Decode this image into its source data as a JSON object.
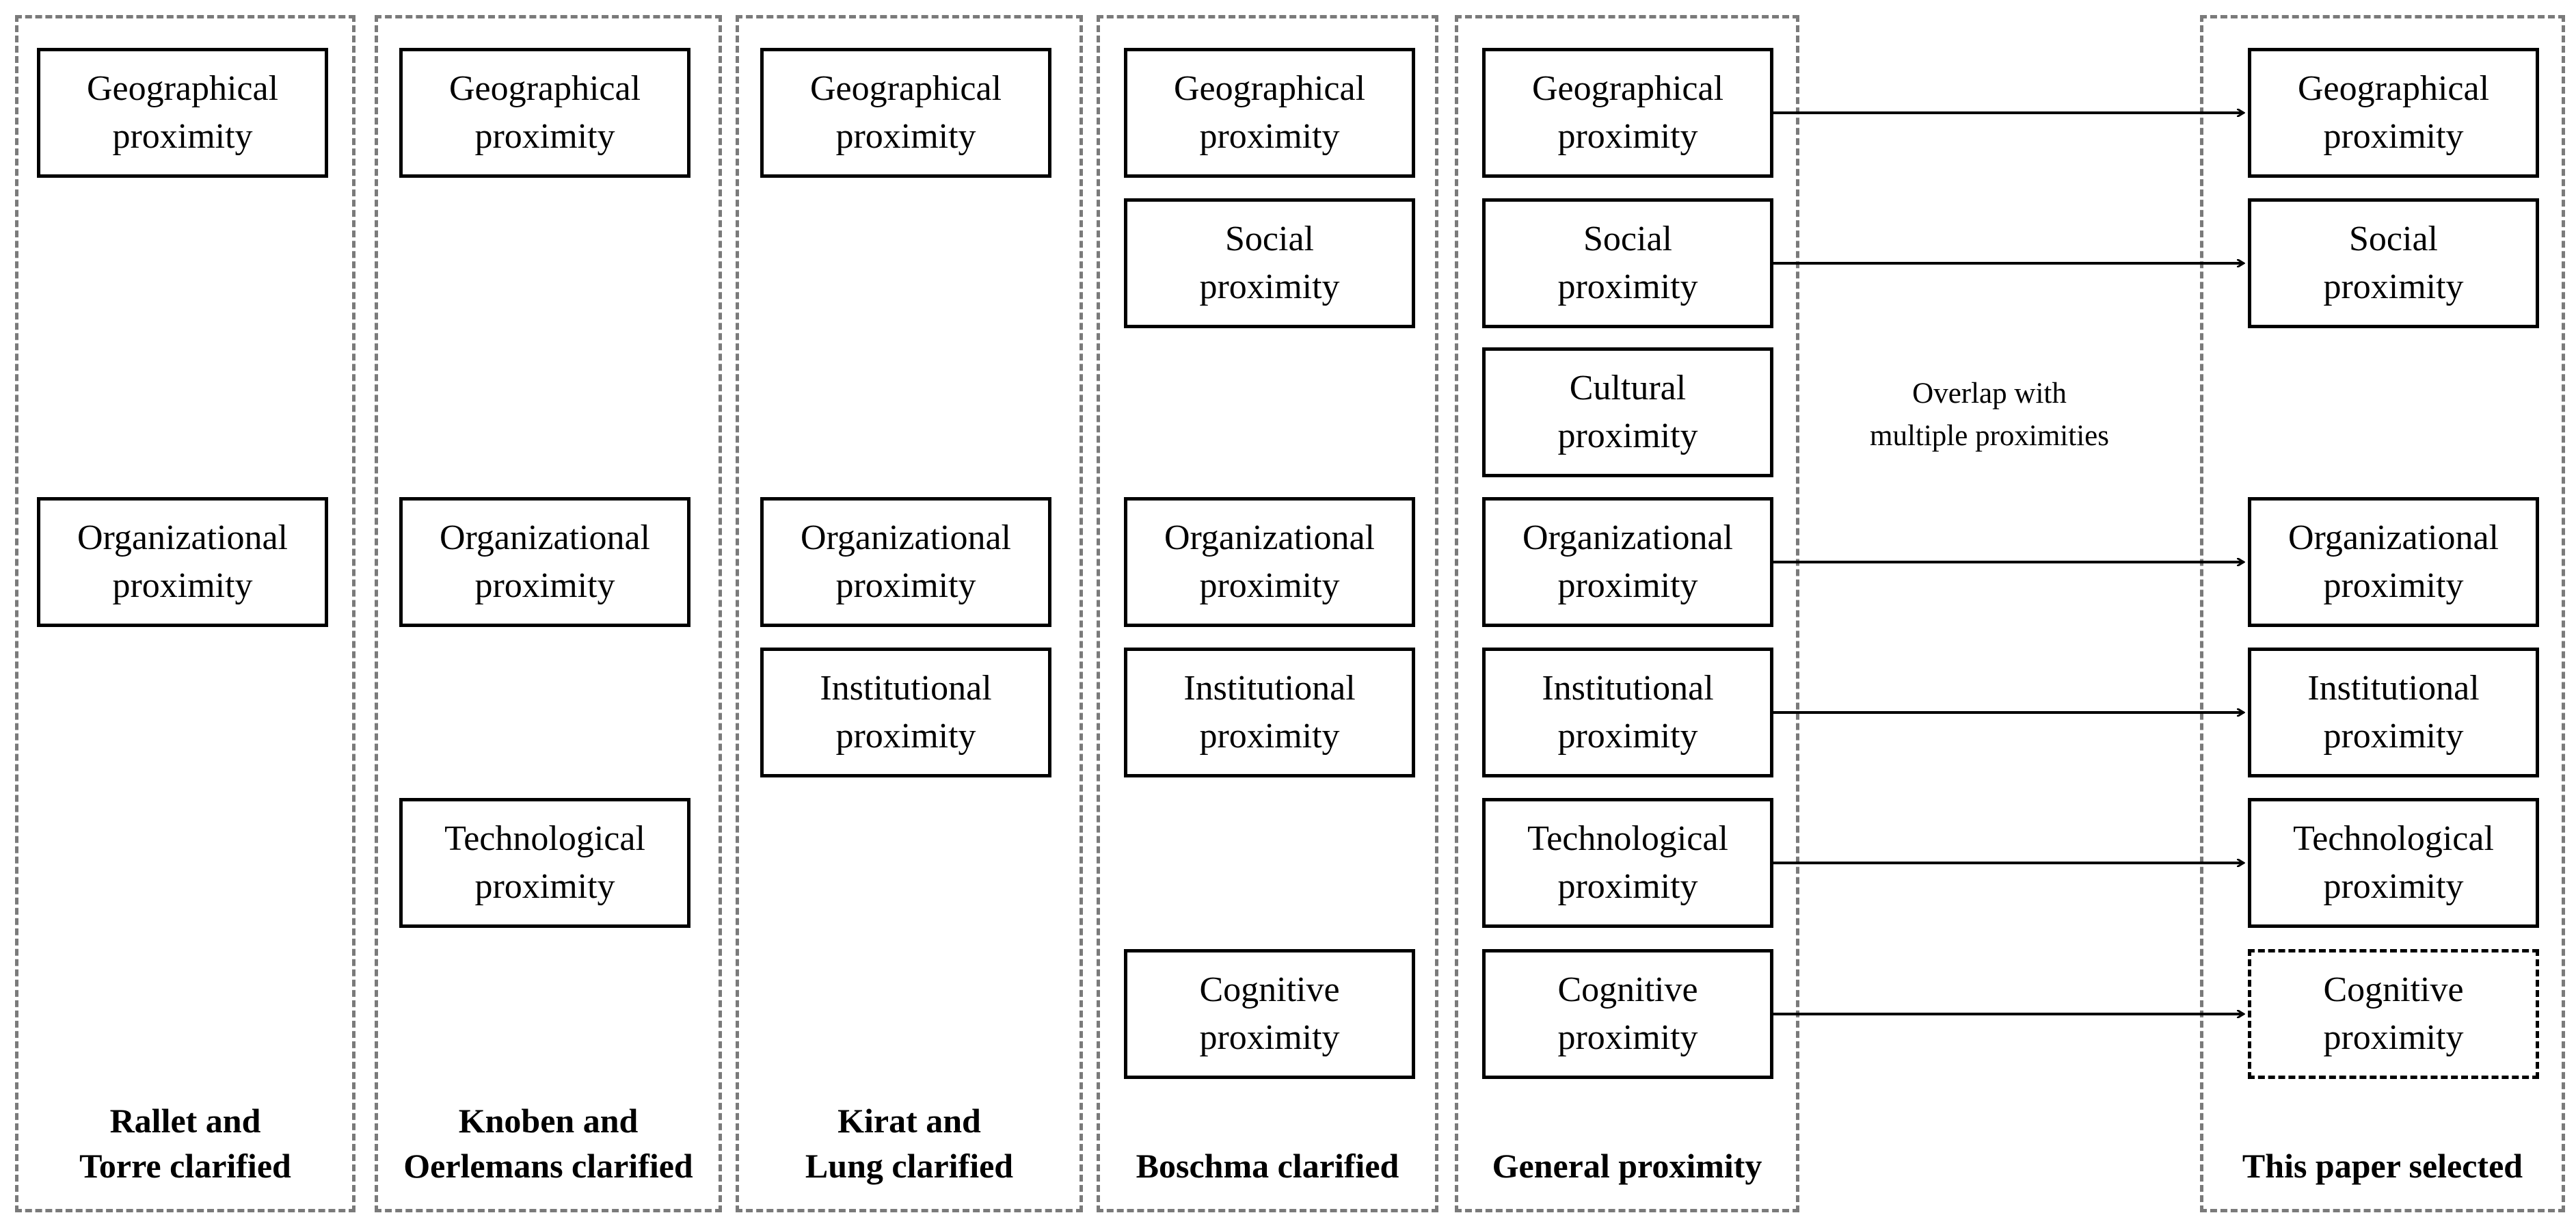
{
  "columns": [
    {
      "title": "Rallet and\nTorre clarified",
      "boxes": [
        "Geographical\nproximity",
        "Organizational\nproximity"
      ]
    },
    {
      "title": "Knoben and\nOerlemans clarified",
      "boxes": [
        "Geographical\nproximity",
        "Organizational\nproximity",
        "Technological\nproximity"
      ]
    },
    {
      "title": "Kirat and\nLung clarified",
      "boxes": [
        "Geographical\nproximity",
        "Organizational\nproximity",
        "Institutional\nproximity"
      ]
    },
    {
      "title": "Boschma clarified",
      "boxes": [
        "Geographical\nproximity",
        "Social\nproximity",
        "Organizational\nproximity",
        "Institutional\nproximity",
        "Cognitive\nproximity"
      ]
    },
    {
      "title": "General proximity",
      "boxes": [
        "Geographical\nproximity",
        "Social\nproximity",
        "Cultural\nproximity",
        "Organizational\nproximity",
        "Institutional\nproximity",
        "Technological\nproximity",
        "Cognitive\nproximity"
      ]
    },
    {
      "title": "This paper selected",
      "boxes": [
        "Geographical\nproximity",
        "Social\nproximity",
        "Organizational\nproximity",
        "Institutional\nproximity",
        "Technological\nproximity",
        "Cognitive\nproximity"
      ]
    }
  ],
  "overlap_note": "Overlap with\nmultiple proximities",
  "colors": {
    "box_border": "#000000",
    "column_border": "#7a7a7a",
    "text": "#000000",
    "background": "#ffffff"
  }
}
